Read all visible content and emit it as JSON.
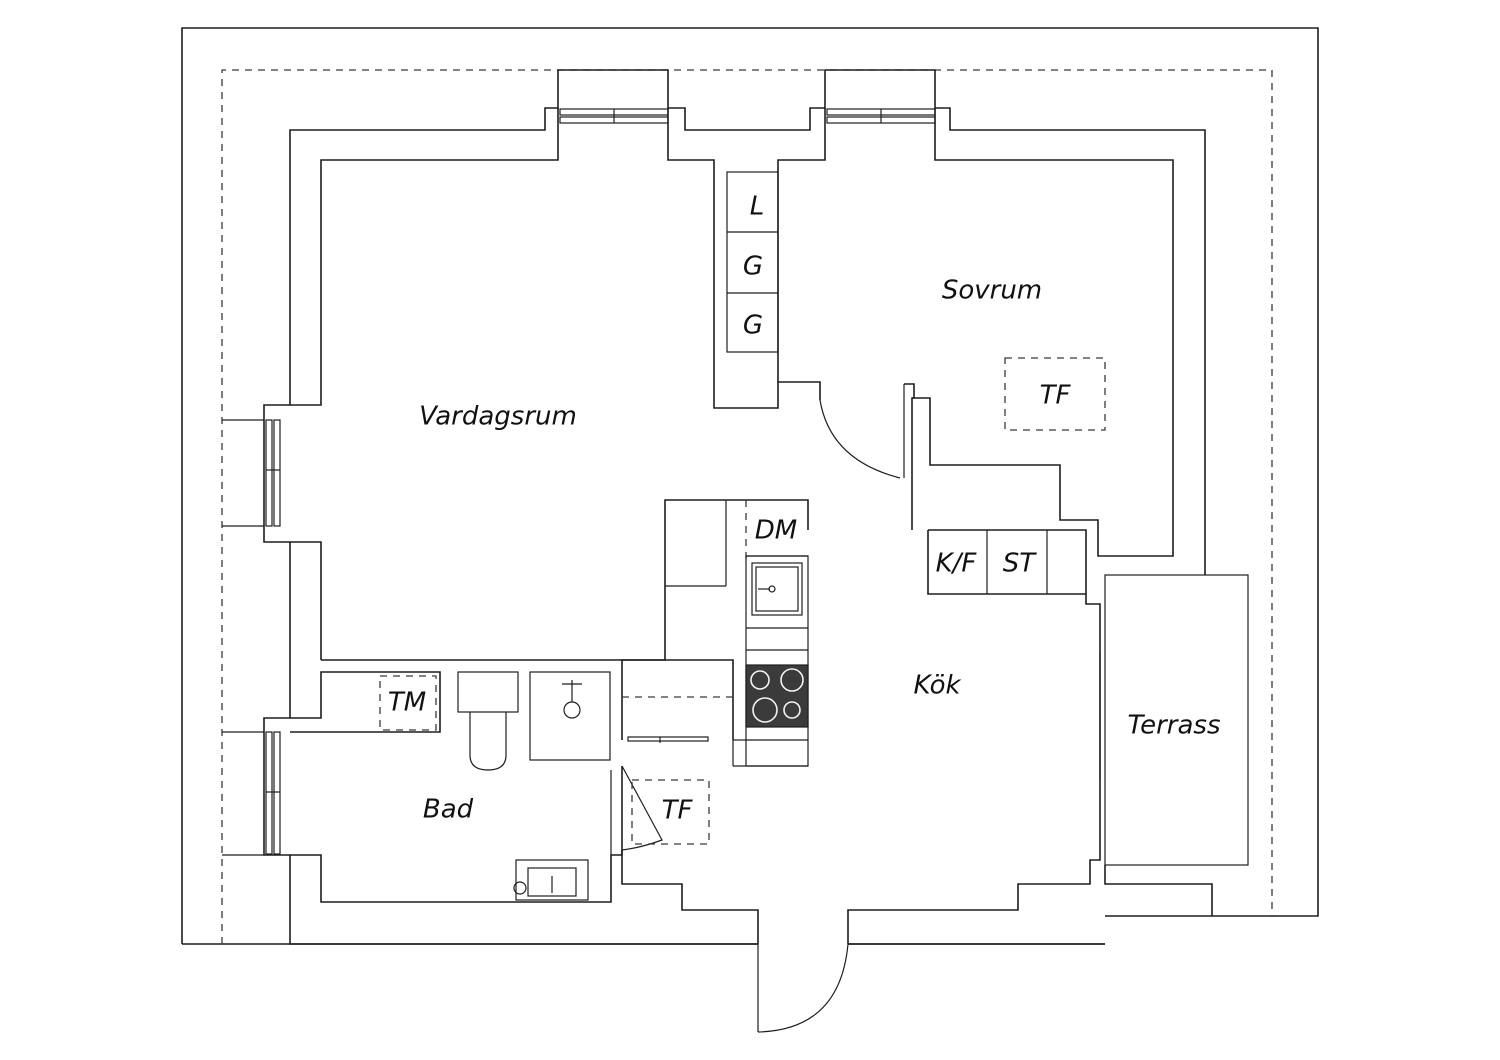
{
  "rooms": {
    "living_room": "Vardagsrum",
    "bedroom": "Sovrum",
    "kitchen": "Kök",
    "bathroom": "Bad",
    "terrace": "Terrass"
  },
  "fixtures": {
    "wardrobe_l": "L",
    "wardrobe_g1": "G",
    "wardrobe_g2": "G",
    "dishwasher": "DM",
    "fridge_freezer": "K/F",
    "storage": "ST",
    "dryer_bedroom": "TF",
    "dryer_hall": "TF",
    "washing_machine": "TM"
  },
  "colors": {
    "line": "#1e1e1e",
    "stove": "#3b3b3b",
    "background": "#ffffff"
  }
}
